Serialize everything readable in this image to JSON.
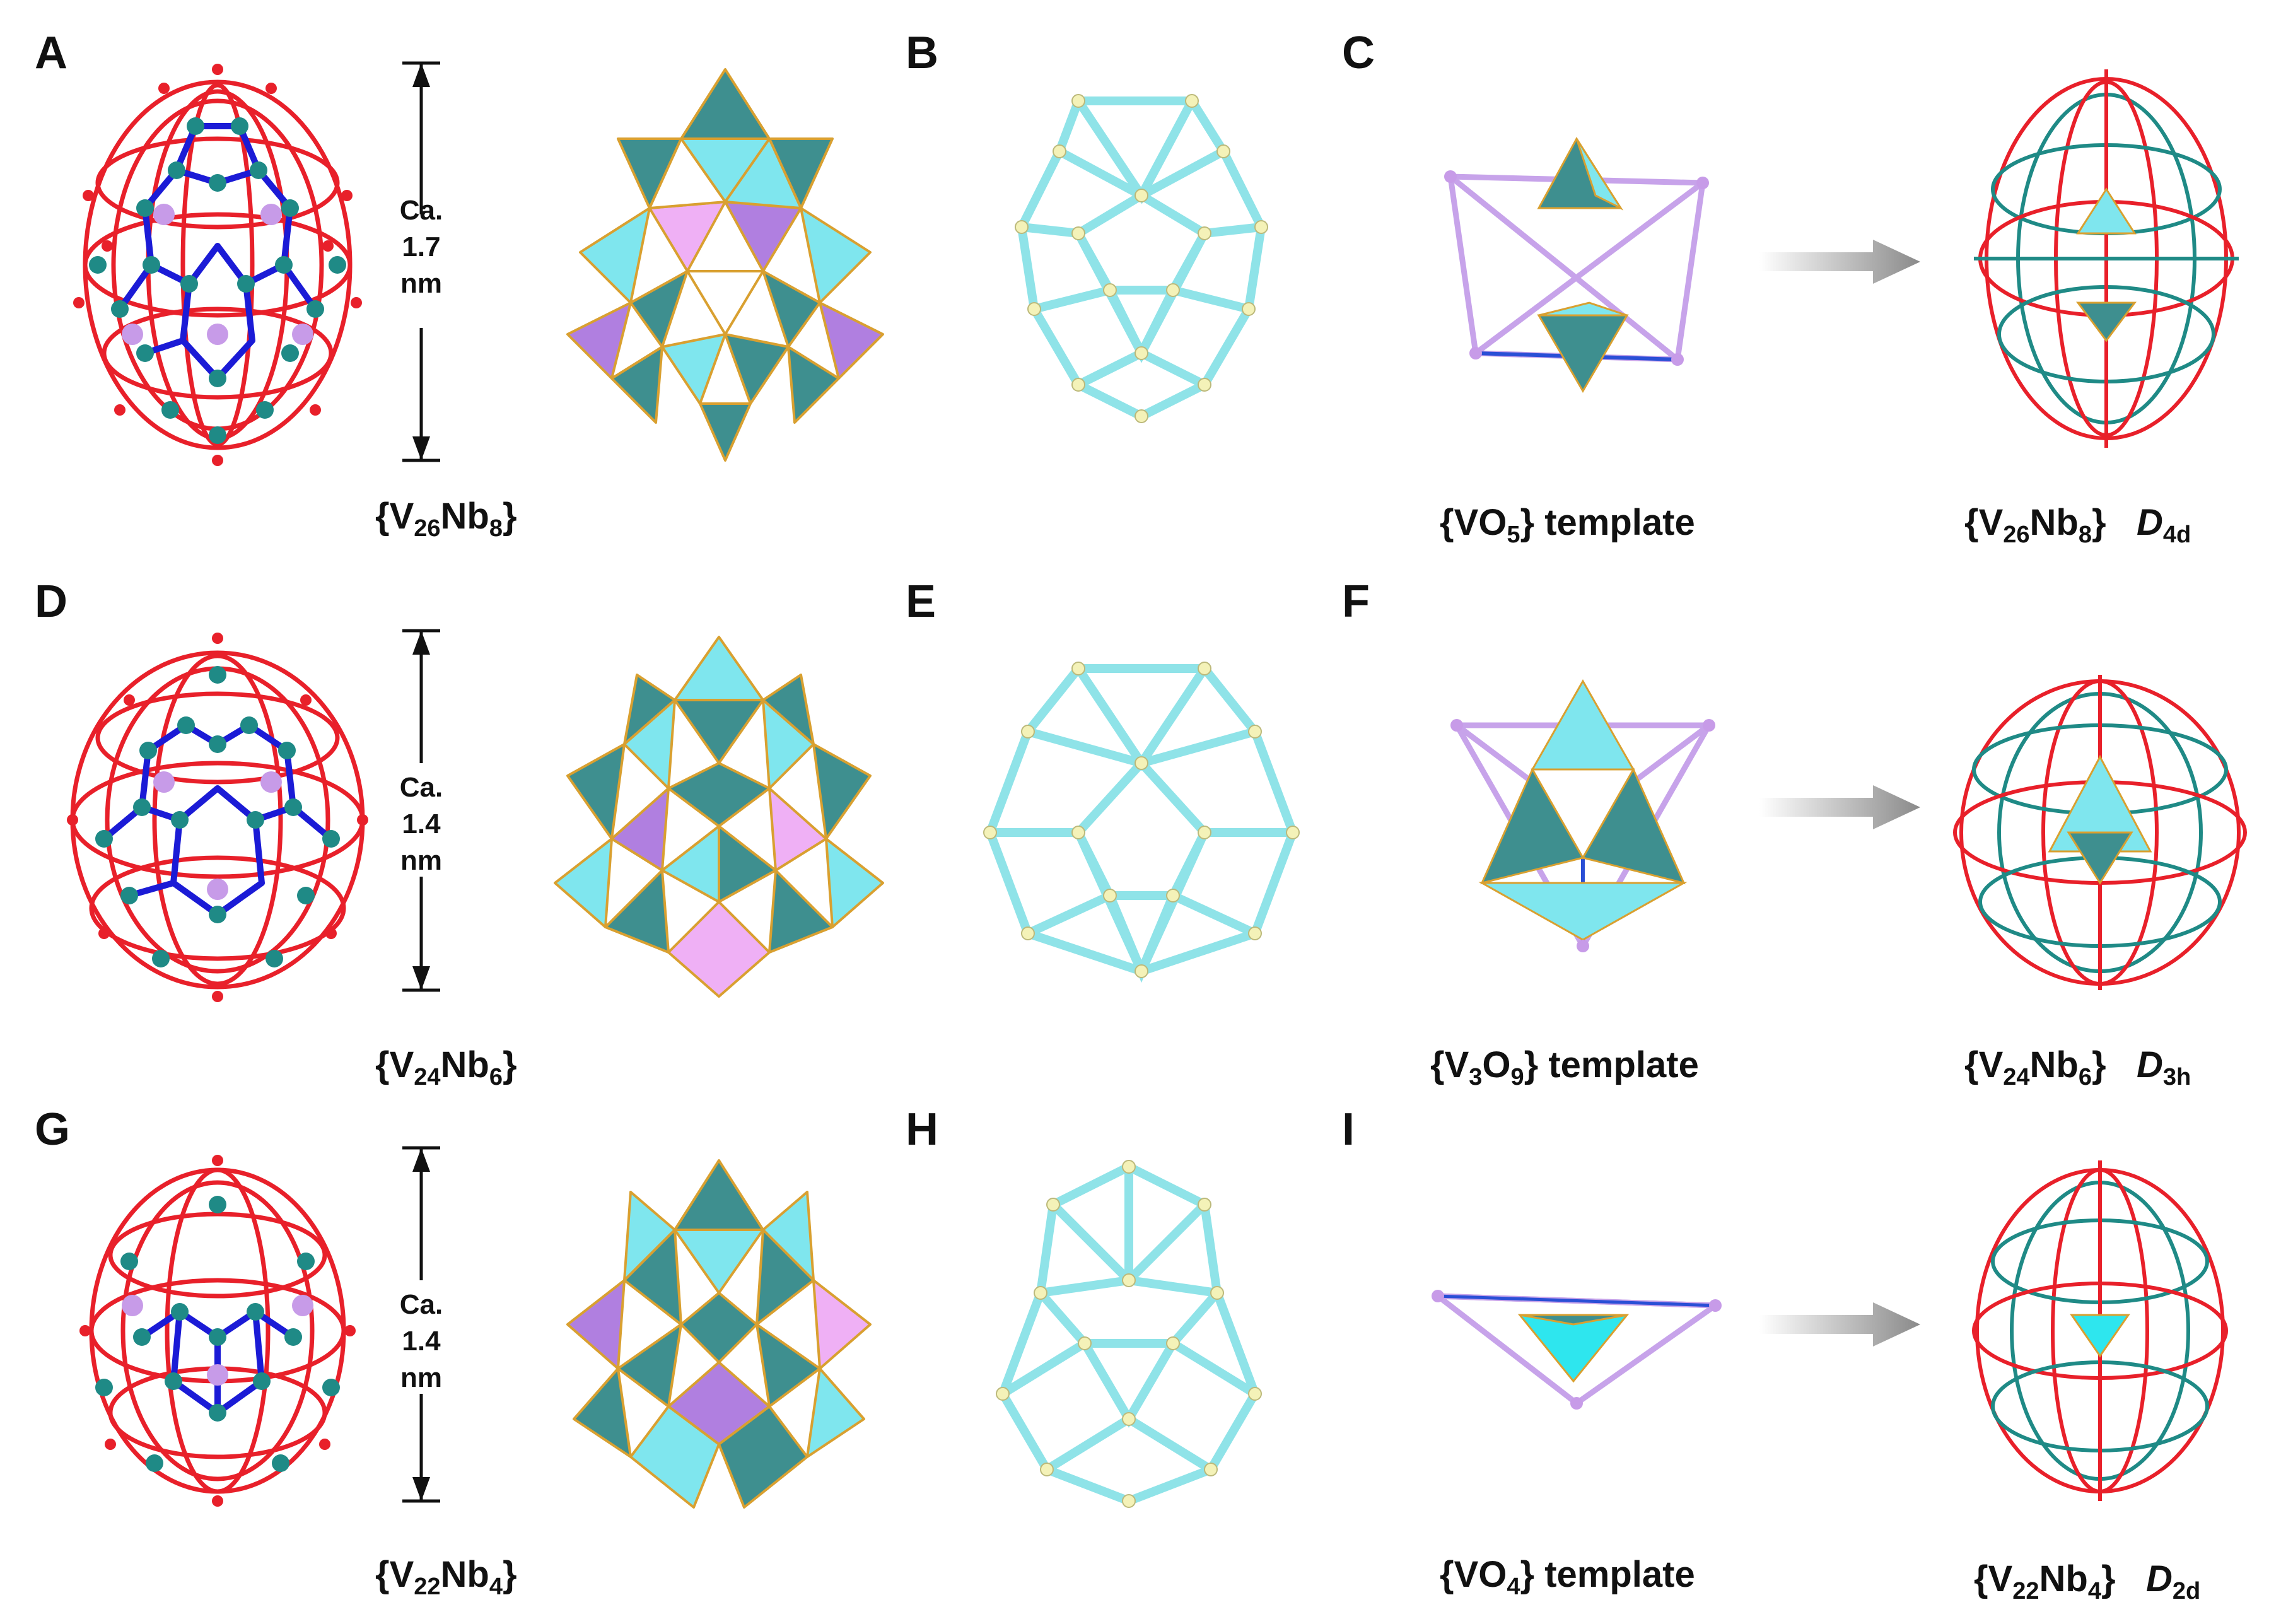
{
  "panels": [
    "A",
    "B",
    "C",
    "D",
    "E",
    "F",
    "G",
    "H",
    "I"
  ],
  "rows": [
    {
      "formula": {
        "V": "26",
        "Nb": "8"
      },
      "scale": {
        "prefix": "Ca.",
        "value": "1.7",
        "unit": "nm"
      },
      "template": {
        "name": "VO",
        "sub": "5",
        "suffix": "template"
      },
      "symmetry": {
        "letter": "D",
        "sub": "4d"
      }
    },
    {
      "formula": {
        "V": "24",
        "Nb": "6"
      },
      "scale": {
        "prefix": "Ca.",
        "value": "1.4",
        "unit": "nm"
      },
      "template": {
        "name": "V",
        "sub": "3",
        "name2": "O",
        "sub2": "9",
        "suffix": "template"
      },
      "symmetry": {
        "letter": "D",
        "sub": "3h"
      }
    },
    {
      "formula": {
        "V": "22",
        "Nb": "4"
      },
      "scale": {
        "prefix": "Ca.",
        "value": "1.4",
        "unit": "nm"
      },
      "template": {
        "name": "VO",
        "sub": "4",
        "suffix": "template"
      },
      "symmetry": {
        "letter": "D",
        "sub": "2d"
      }
    }
  ],
  "colors": {
    "oxygen": "#e8202a",
    "vanadium": "#1f8a86",
    "niobium": "#c79be8",
    "bond_blue": "#1b1bd6",
    "polyhedron_teal": "#3e8f8f",
    "polyhedron_cyan": "#7fe6ee",
    "polyhedron_violet": "#b07fe0",
    "polyhedron_pink": "#efb0f5",
    "edge_gold": "#d9a030",
    "cage_rod": "#8fe3e8",
    "cage_node": "#f4f2b8",
    "arrow_grey": "#8a8a8a"
  }
}
